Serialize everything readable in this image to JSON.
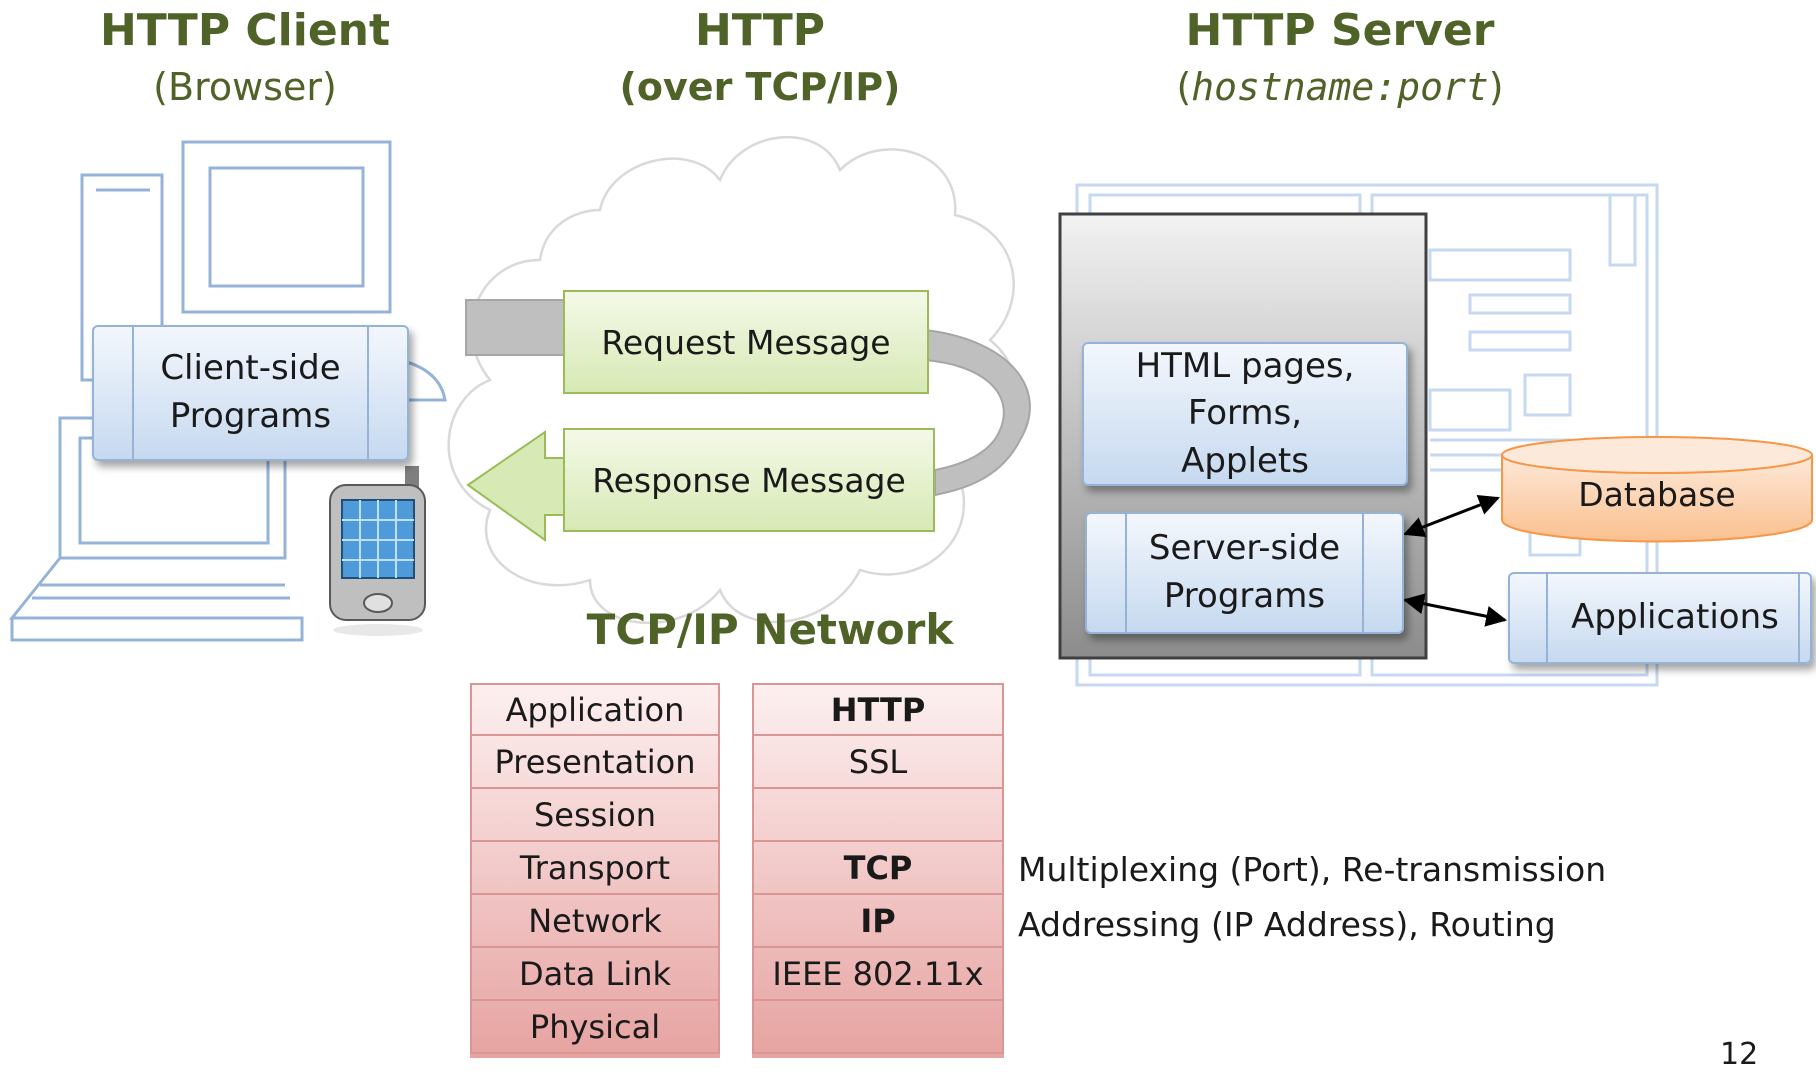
{
  "client": {
    "title": "HTTP Client",
    "subtitle": "(Browser)",
    "programs": "Client-side Programs"
  },
  "http": {
    "title": "HTTP",
    "subtitle": "(over TCP/IP)",
    "request": "Request Message",
    "response": "Response Message"
  },
  "server": {
    "title": "HTTP Server",
    "subtitle_open": "(",
    "subtitle_host": "hostname",
    "subtitle_sep": ":",
    "subtitle_port": "port",
    "subtitle_close": ")",
    "pages": "HTML pages, Forms, Applets",
    "programs": "Server-side Programs",
    "database": "Database",
    "applications": "Applications"
  },
  "network": {
    "title": "TCP/IP Network"
  },
  "osi_layers": [
    "Application",
    "Presentation",
    "Session",
    "Transport",
    "Network",
    "Data Link",
    "Physical"
  ],
  "protocols": [
    "HTTP",
    "SSL",
    "",
    "TCP",
    "IP",
    "IEEE 802.11x",
    ""
  ],
  "notes": {
    "transport": "Multiplexing (Port), Re-transmission",
    "network": "Addressing (IP Address), Routing"
  },
  "page_number": "12",
  "colors": {
    "heading": "#4f6228",
    "blue_border": "#95b3d7",
    "green_border": "#9bbb59",
    "red_border": "#d99694",
    "db_orange": "#f79646"
  }
}
